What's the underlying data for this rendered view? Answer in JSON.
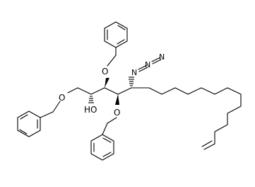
{
  "atoms": {
    "ho": "HO",
    "o1": "O",
    "o2": "O",
    "o3": "O",
    "azide": "N",
    "azide_n2": "N",
    "azide_n3": "N"
  }
}
